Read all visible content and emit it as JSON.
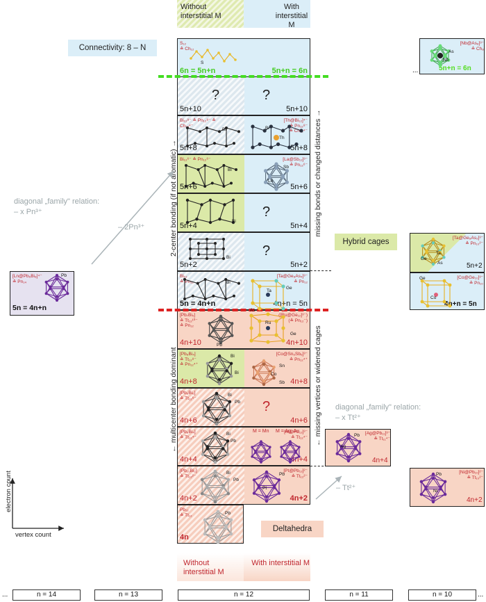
{
  "header": {
    "without_label": "Without interstitial M",
    "with_label": "With interstitial M"
  },
  "footer": {
    "without_label": "Without interstitial M",
    "with_label": "With interstitial M"
  },
  "connectivity_label": "Connectivity: 8 – N",
  "hybrid_label": "Hybrid cages",
  "deltahedra_label": "Deltahedra",
  "side_labels": {
    "two_center": "2-center bonding (if not aromatic) →",
    "multicenter": "← multicenter bonding dominant",
    "missing_bonds": "missing bonds or changed distances →",
    "missing_vertices": "← missing vertices or widened cages"
  },
  "diag_top": {
    "text1": "diagonal „family\" relation:",
    "text2": "– x Pn³⁺",
    "arrow": "– 2Pn³⁺"
  },
  "diag_bottom": {
    "text1": "diagonal „family\" relation:",
    "text2": "– x Tt²⁺",
    "arrow": "– Tt²⁺"
  },
  "axes": {
    "y": "electron count",
    "x": "vertex count"
  },
  "columns": [
    "n = 14",
    "n = 13",
    "n = 12",
    "n = 11",
    "n = 10"
  ],
  "rows": [
    {
      "left": "6n = 5n+n",
      "right": "5n+n = 6n",
      "formula_l": "S₁₂\n≙ Ch₁₂",
      "formula_r": ""
    },
    {
      "left": "5n+10",
      "right": "5n+10",
      "formula_l": "",
      "formula_r": ""
    },
    {
      "left": "5n+8",
      "right": "5n+8",
      "formula_l": "Bi₁₂⁸⁻ ≙ Pn₁₂⁸⁻ ≙ Ch₁₂⁴⁻",
      "formula_r": "[Th@Bi₁₂]⁴⁻\n≙ Pn₁₂⁸⁻\n≙ Ch₁₂⁴⁻"
    },
    {
      "left": "5n+6",
      "right": "5n+6",
      "formula_l": "Bi₁₂⁶⁻ ≙ Pn₁₂⁶⁻",
      "formula_r": "[La@Sb₁₂]³⁻\n≙ Pn₁₂⁶⁻"
    },
    {
      "left": "5n+4",
      "right": "5n+4",
      "formula_l": "",
      "formula_r": ""
    },
    {
      "left": "5n+2",
      "right": "5n+2",
      "formula_l": "",
      "formula_r": ""
    },
    {
      "left": "5n = 4n+n",
      "right": "4n+n = 5n",
      "formula_l": "Bi₁₂\n≙ Pn₁₂",
      "formula_r": "[Ta@Ge₈As₄]³⁻\n≙ Pn₁₂"
    },
    {
      "left": "4n+10",
      "right": "4n+10",
      "formula_l": "[Pb₇Bi₅]\n≙ Tt₁₂¹⁰⁻\n≙ Pn₁₂",
      "formula_r": "([Ru@Ge₁₂]³⁻)\n(≙ Pn₁₂⁻)"
    },
    {
      "left": "4n+8",
      "right": "4n+8",
      "formula_l": "[Pb₈Bi₄]\n≙ Tt₁₂⁸⁻\n≙ Pn₁₂⁴⁺",
      "formula_r": "[Co@Sn₆Sb₆]³⁻\n≙ Pn₁₂⁴⁺"
    },
    {
      "left": "4n+6",
      "right": "4n+6",
      "formula_l": "[Pb₆Bi₆]\n≙ Tt₁₂⁶⁻",
      "formula_r": ""
    },
    {
      "left": "4n+4",
      "right": "4n+4",
      "formula_l": "[Pb₈Bi₄]\n≙ Tt₁₂⁴⁻",
      "formula_r": "[M@Pb₁₂]³⁻\n≙ Tt₁₂⁴⁻"
    },
    {
      "left": "4n+2",
      "right": "4n+2",
      "formula_l": "[Pb₁₀Bi₂]\n≙ Tt₁₂²⁻",
      "formula_r": "[Pt@Pb₁₂]²⁻\n≙ Tt₁₂²⁻"
    },
    {
      "left": "4n",
      "right": "",
      "formula_l": "Pb₁₂\n≙ Tt₁₂",
      "formula_r": ""
    }
  ],
  "mn_labels": {
    "a": "M = Mn",
    "b": "M = Ag, Au"
  },
  "question_mark": "?",
  "side_clusters": {
    "n14": {
      "formula": "[Ln@Pb₆Bi₈]⁴⁻\n≙ Pn₁₄",
      "label": "5n = 4n+n"
    },
    "n10_top": {
      "formula": "[Nb@As₈]³⁻\n≙ Ch₈",
      "label": "5n+n = 6n"
    },
    "n10_hybrid": {
      "formula": "[Ta@Ge₈As₂]³⁻\n≙ Pn₁₀²⁻",
      "label": "5n+2"
    },
    "n10_ge": {
      "formula": "[Co@Ge₁₀]³⁻\n≙ Pn₁₀",
      "label": "4n+n = 5n"
    },
    "n11": {
      "formula": "[Ag@Pb₁₁]³⁻\n≙ Tt₁₁⁴⁻",
      "label": "4n+4"
    },
    "n10_bottom": {
      "formula": "[Ni@Pb₁₀]²⁻\n≙ Tt₁₀²⁻",
      "label": "4n+2"
    }
  },
  "atom_labels": {
    "S": "S",
    "Bi": "Bi",
    "Th": "Th",
    "Sb": "Sb",
    "Ln": "Ln",
    "Ta": "Ta",
    "Ge": "Ge",
    "As": "As",
    "Pb": "Pb",
    "Ru": "Ru",
    "Sn": "Sn",
    "Co": "Co",
    "Nb": "Nb",
    "Ni": "Ni",
    "Ag": "Ag",
    "Pt": "Pt"
  },
  "ellipsis": "...",
  "colors": {
    "red": "#c0262d",
    "green_dash": "#44dd22",
    "red_dash": "#dd2222",
    "blue": "#dbeef8",
    "salmon": "#f8d5c5",
    "green": "#dbe9a8",
    "purple": "#6a2a9a",
    "gold": "#e8b020"
  }
}
